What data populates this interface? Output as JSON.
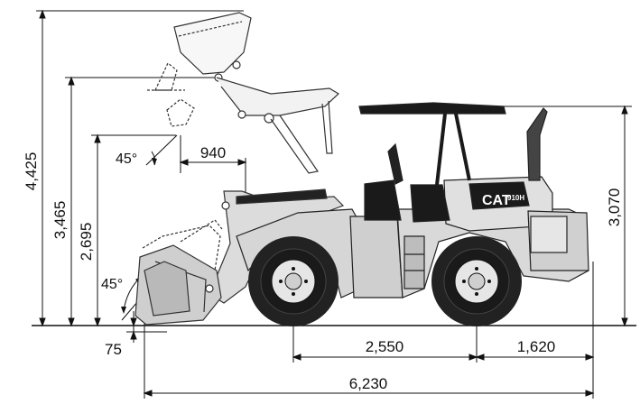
{
  "dimensions": {
    "overall_height": "4,425",
    "hinge_pin_height": "3,465",
    "dump_clearance": "2,695",
    "reach": "940",
    "dump_angle": "45°",
    "rollback_angle": "45°",
    "dig_depth": "75",
    "wheelbase": "2,550",
    "rear_axle_to_end": "1,620",
    "overall_length": "6,230",
    "canopy_height": "3,070"
  },
  "machine": {
    "brand": "CAT",
    "model": "910H"
  },
  "colors": {
    "body": "#d9d9d9",
    "dark": "#1a1a1a",
    "line": "#111111",
    "tire": "#222222",
    "rim": "#e6e6e6"
  }
}
